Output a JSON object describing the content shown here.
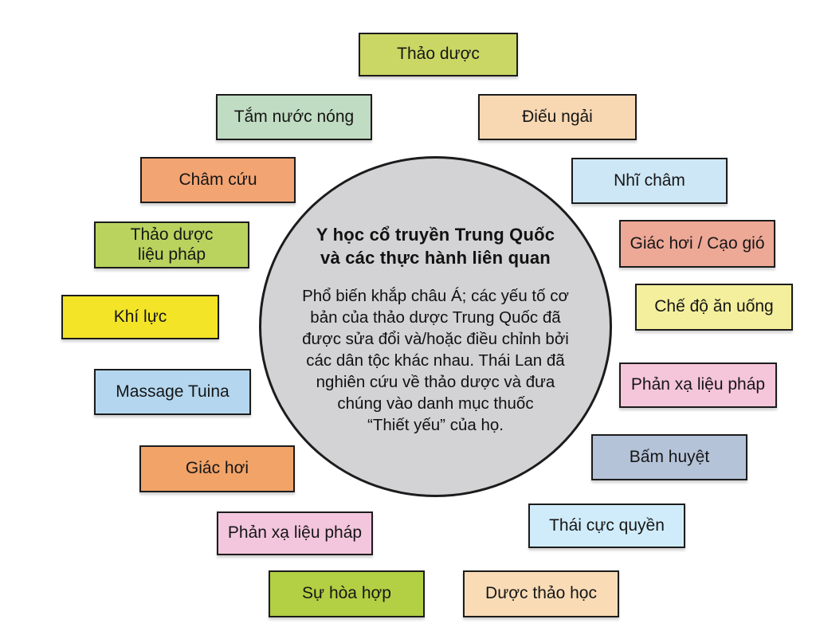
{
  "diagram": {
    "background_color": "#ffffff",
    "center": {
      "fill_color": "#d3d3d5",
      "border_color": "#1c1c1c",
      "title": "Y học cổ truyền Trung Quốc và các thực hành liên quan",
      "title_lines": [
        "Y học cổ truyền Trung Quốc",
        "và các thực hành liên quan"
      ],
      "body": "Phổ biến khắp châu Á; các yếu tố cơ bản của thảo dược Trung Quốc đã được sửa đổi và/hoặc điều chỉnh bởi các dân tộc khác nhau. Thái Lan đã nghiên cứu về thảo dược và đưa chúng vào danh mục thuốc “Thiết yếu” của họ.",
      "body_lines": [
        "Phổ biến khắp châu Á; các yếu tố cơ",
        "bản của thảo dược Trung Quốc đã",
        "được sửa đổi và/hoặc điều chỉnh bởi",
        "các dân tộc khác nhau. Thái Lan đã",
        "nghiên cứu về thảo dược và đưa",
        "chúng vào danh mục thuốc",
        "“Thiết yếu” của họ."
      ]
    },
    "nodes": [
      {
        "label": "Thảo dược",
        "color": "#cbd764"
      },
      {
        "label": "Tắm nước nóng",
        "color": "#c0dcc2"
      },
      {
        "label": "Điếu ngải",
        "color": "#f8d8b2"
      },
      {
        "label": "Châm cứu",
        "color": "#f2a472"
      },
      {
        "label": "Nhĩ châm",
        "color": "#cde7f6"
      },
      {
        "label": [
          "Thảo dược",
          "liệu pháp"
        ],
        "color": "#b9d35e"
      },
      {
        "label": "Giác hơi / Cạo gió",
        "color": "#eda896"
      },
      {
        "label": "Khí lực",
        "color": "#f3e428"
      },
      {
        "label": "Chế độ ăn uống",
        "color": "#f4ef9c"
      },
      {
        "label": "Massage Tuina",
        "color": "#b4d7ef"
      },
      {
        "label": "Phản xạ liệu pháp",
        "color": "#f5c5d9"
      },
      {
        "label": "Giác hơi",
        "color": "#f1a368"
      },
      {
        "label": "Bấm huyệt",
        "color": "#b5c3d9"
      },
      {
        "label": "Phản xạ liệu pháp",
        "color": "#f3c6de"
      },
      {
        "label": "Thái cực quyền",
        "color": "#d0ecfa"
      },
      {
        "label": "Sự hòa hợp",
        "color": "#b3cf43"
      },
      {
        "label": "Dược thảo học",
        "color": "#f9dcb6"
      }
    ]
  }
}
